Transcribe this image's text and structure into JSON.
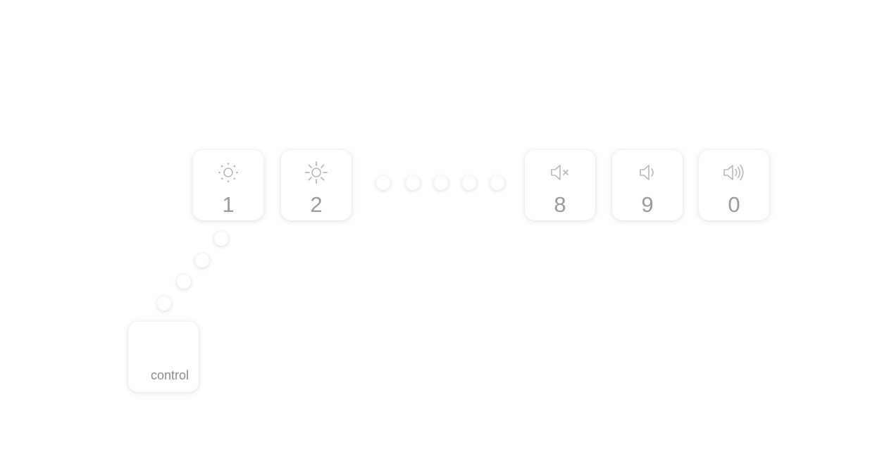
{
  "heading": {
    "line1": "",
    "line2": ""
  },
  "keys": {
    "key1": {
      "label": "1",
      "icon": "brightness-down-icon"
    },
    "key2": {
      "label": "2",
      "icon": "brightness-up-icon"
    },
    "key8": {
      "label": "8",
      "icon": "volume-mute-icon"
    },
    "key9": {
      "label": "9",
      "icon": "volume-down-icon"
    },
    "key0": {
      "label": "0",
      "icon": "volume-up-icon"
    },
    "control": {
      "label": "control"
    }
  },
  "colors": {
    "key_background": "#ffffff",
    "key_text": "#9a9a9a",
    "icon_stroke": "#b8b8b8",
    "heading_text": "#eef6f3"
  }
}
